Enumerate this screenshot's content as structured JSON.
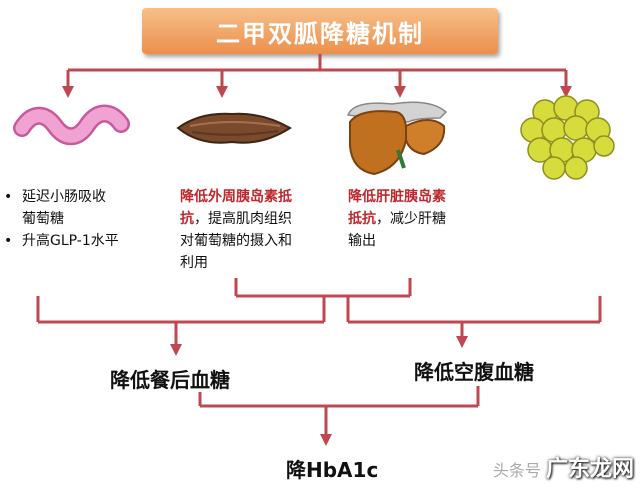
{
  "title": "二甲双胍降糖机制",
  "intestine": {
    "bullets": [
      "延迟小肠吸收",
      "葡萄糖",
      "升高GLP-1水平"
    ]
  },
  "muscle": {
    "highlight_1": "降低外周胰岛素抵",
    "highlight_2": "抗",
    "rest_line_2": "，提高肌肉组织",
    "line_3": "对葡萄糖的摄入和",
    "line_4": "利用"
  },
  "liver": {
    "highlight_1": "降低肝脏胰岛素",
    "highlight_2": "抵抗",
    "rest_line_2": "，减少肝糖",
    "line_3": "输出"
  },
  "outcomes": {
    "postprandial": "降低餐后血糖",
    "fasting": "降低空腹血糖",
    "hba1c": "降HbA1c"
  },
  "watermark": {
    "prefix": "头条号",
    "brand": "广东龙网"
  },
  "colors": {
    "title_gradient_top": "#f6c08a",
    "title_gradient_bottom": "#ec8f4c",
    "arrow": "#c0474f",
    "highlight_text": "#c0282d",
    "intestine": "#e77fb9",
    "muscle": "#7a4a2c",
    "liver": "#c1701f",
    "fat": "#d6dc3c"
  }
}
